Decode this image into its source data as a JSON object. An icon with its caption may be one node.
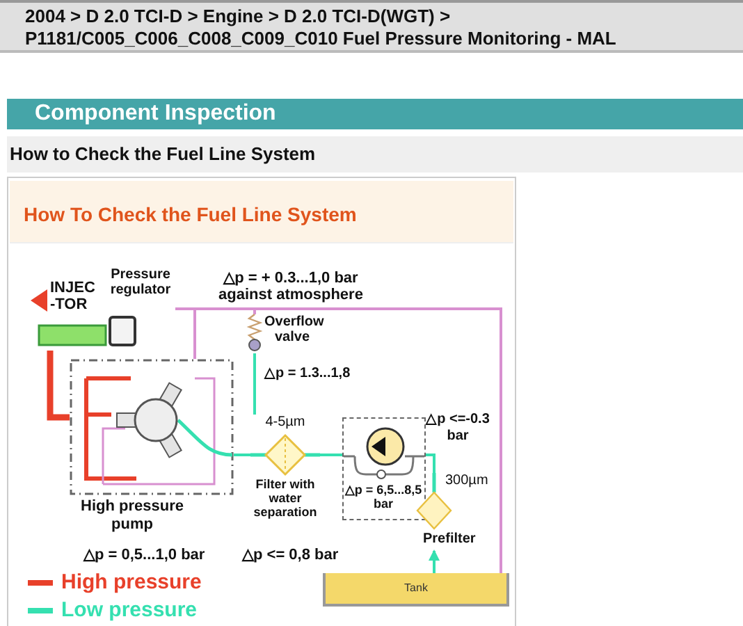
{
  "diagram": {
    "nodes": [
      {
        "text": [
          "INJEC -TOR"
        ]
      },
      {
        "text": [
          "Pressure regulator"
        ]
      },
      {
        "text": [
          "Overflow valve"
        ]
      },
      {
        "text": [
          "High pressure pump"
        ]
      },
      {
        "text": [
          "Filter with water separation"
        ],
        "beside": [
          "4-5µm"
        ]
      },
      {
        "text": [
          "△p = 6,5...8,5 bar"
        ]
      },
      {
        "text": [
          "Prefilter"
        ],
        "beside": [
          "300µm"
        ]
      },
      {
        "text": [
          "Tank"
        ]
      }
    ],
    "edges": [
      {
        "from": 7,
        "to": 6,
        "arrow": "to"
      },
      {
        "from": 6,
        "to": 5,
        "arrow": "none"
      },
      {
        "from": 5,
        "to": 4,
        "arrow": "none"
      },
      {
        "from": 4,
        "to": 3,
        "arrow": "none"
      },
      {
        "from": 2,
        "to": 4,
        "arrow": "none"
      },
      {
        "from": 3,
        "to": 0,
        "arrow": "none",
        "style": "thick",
        "color": "#e8402a"
      },
      {
        "from": 1,
        "to": 7,
        "arrow": "none",
        "color": "#d890d0"
      },
      {
        "from": 2,
        "to": 7,
        "arrow": "none",
        "color": "#d890d0"
      },
      {
        "from": 3,
        "to": 7,
        "arrow": "none",
        "color": "#d890d0"
      }
    ],
    "labels": [
      "2004 > D 2.0 TCI-D > Engine > D 2.0 TCI-D(WGT) > P1181/C005_C006_C008_C009_C010 Fuel Pressure Monitoring - MAL",
      "Component Inspection",
      "How to Check the Fuel Line System",
      "How To Check the Fuel Line System",
      "△p = + 0.3...1,0 bar against atmosphere",
      "△p = 1.3...1,8",
      "△p <=-0.3 bar",
      "△p = 0,5...1,0 bar",
      "△p <= 0,8 bar"
    ],
    "legend": [
      {
        "text": "High pressure",
        "color": "#e8402a"
      },
      {
        "text": "Low pressure",
        "color": "#35e0b0"
      }
    ]
  }
}
